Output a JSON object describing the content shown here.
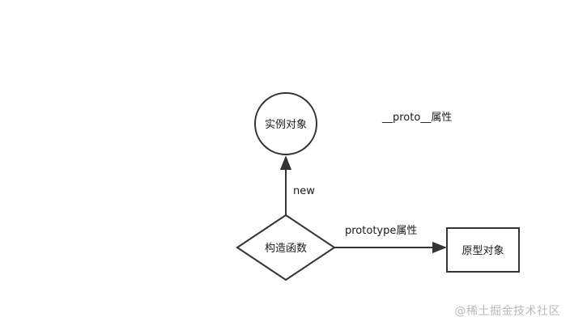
{
  "nodes": {
    "instance": {
      "label": "实例对象",
      "shape": "circle"
    },
    "constructor": {
      "label": "构造函数",
      "shape": "diamond"
    },
    "prototype": {
      "label": "原型对象",
      "shape": "rectangle"
    }
  },
  "edges": {
    "new": {
      "label": "new",
      "from": "constructor",
      "to": "instance"
    },
    "prototype": {
      "label": "prototype属性",
      "from": "constructor",
      "to": "prototype"
    }
  },
  "annotations": {
    "proto": "__proto__属性"
  },
  "watermark": "@稀土掘金技术社区",
  "colors": {
    "stroke": "#333333",
    "text": "#1a1a1a",
    "watermark": "#b9b9b9"
  }
}
